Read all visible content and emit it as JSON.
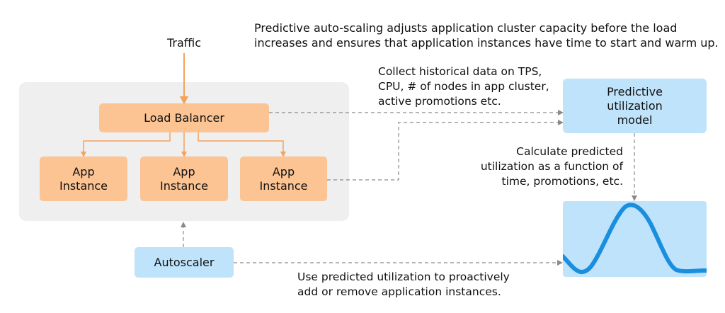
{
  "caption": {
    "line1": "Predictive auto-scaling adjusts application cluster capacity before the load",
    "line2": "increases and ensures that application instances have time to start and warm up."
  },
  "traffic_label": "Traffic",
  "load_balancer": "Load Balancer",
  "app_instances": [
    {
      "line1": "App",
      "line2": "Instance"
    },
    {
      "line1": "App",
      "line2": "Instance"
    },
    {
      "line1": "App",
      "line2": "Instance"
    }
  ],
  "autoscaler": "Autoscaler",
  "model": {
    "line1": "Predictive",
    "line2": "utilization",
    "line3": "model"
  },
  "collect_note": {
    "line1": "Collect historical data on TPS,",
    "line2": "CPU, # of nodes in app cluster,",
    "line3": "active promotions etc."
  },
  "calc_note": {
    "line1": "Calculate predicted",
    "line2": "utilization as a function of",
    "line3": "time, promotions, etc."
  },
  "use_note": {
    "line1": "Use predicted utilization to proactively",
    "line2": "add or remove application instances."
  },
  "colors": {
    "orange_box": "#fcc393",
    "orange_arrow": "#f5a35b",
    "blue_box": "#bfe3fa",
    "curve": "#1a8fe0",
    "dashed": "#8a8a8a",
    "cluster_bg": "#efefef"
  }
}
